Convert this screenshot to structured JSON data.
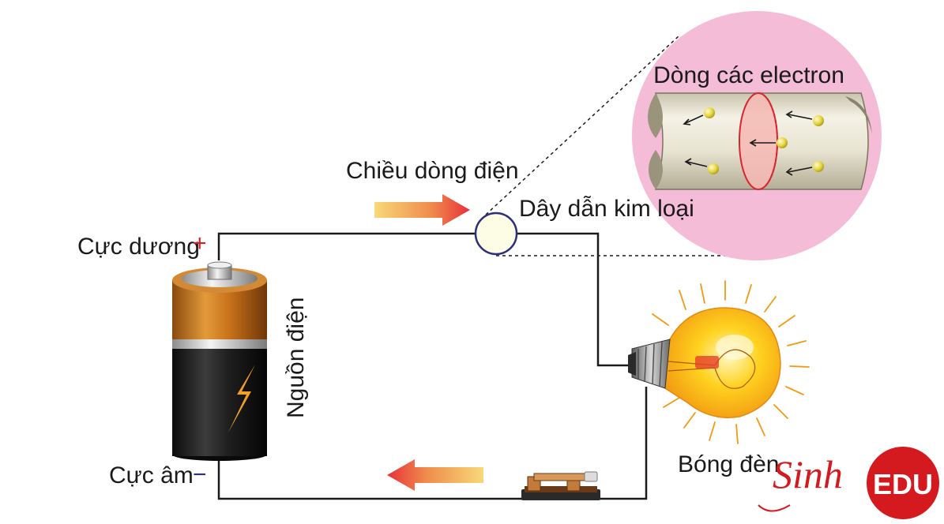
{
  "labels": {
    "positive_terminal": "Cực dương",
    "negative_terminal": "Cực âm",
    "plus_sign": "+",
    "minus_sign": "−",
    "power_source": "Nguồn điện",
    "current_direction": "Chiều dòng điện",
    "metal_wire": "Dây dẫn kim loại",
    "electron_flow": "Dòng các electron",
    "light_bulb": "Bóng đèn"
  },
  "watermark": {
    "script_text": "Sinh",
    "badge_text": "EDU"
  },
  "colors": {
    "wire": "#1a1a1a",
    "zoom_circle": "#f4bcd6",
    "terminal_sign": "#d0202a",
    "battery_copper": "#c8721a",
    "battery_body": "#1e1e1e",
    "arrow_tip": "#e8303a",
    "arrow_tail": "#f7d070",
    "electron": "#e6d640",
    "bulb_glow": "#ffd21f",
    "watermark_red": "#d4191f"
  }
}
